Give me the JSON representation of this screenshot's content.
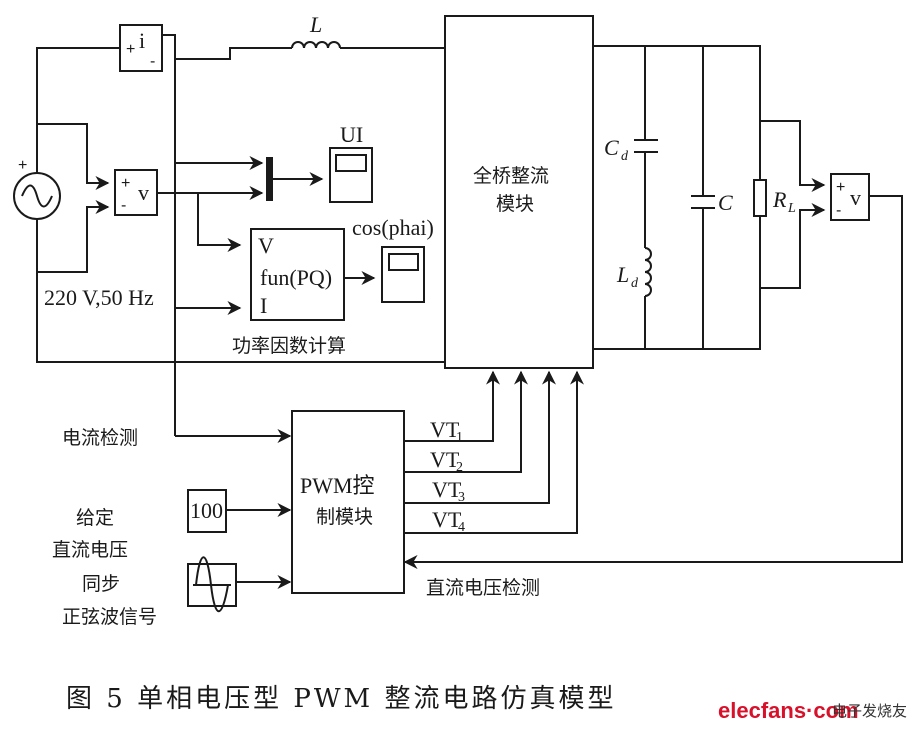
{
  "diagram": {
    "source": {
      "label": "220 V,50 Hz",
      "plus": "+"
    },
    "current_meter": {
      "symbol": "i",
      "plus": "+",
      "minus": "-"
    },
    "voltage_meter_ac": {
      "symbol": "v",
      "plus": "+",
      "minus": "-"
    },
    "voltage_meter_dc": {
      "symbol": "v",
      "plus": "+",
      "minus": "-"
    },
    "inductor_L": {
      "label": "L"
    },
    "scope_ui": {
      "label": "UI"
    },
    "scope_cos": {
      "label": "cos(phai)"
    },
    "pf_block": {
      "port_v": "V",
      "func": "fun(PQ)",
      "port_i": "I",
      "caption": "功率因数计算"
    },
    "bridge": {
      "line1": "全桥整流",
      "line2": "模块"
    },
    "cd": {
      "label": "C",
      "sub": "d"
    },
    "ld": {
      "label": "L",
      "sub": "d"
    },
    "c": {
      "label": "C"
    },
    "rl": {
      "label": "R",
      "sub": "L"
    },
    "pwm": {
      "line1": "PWM控",
      "line2": "制模块"
    },
    "gates": [
      {
        "label": "VT",
        "sub": "1"
      },
      {
        "label": "VT",
        "sub": "2"
      },
      {
        "label": "VT",
        "sub": "3"
      },
      {
        "label": "VT",
        "sub": "4"
      }
    ],
    "current_detect": "电流检测",
    "const_block": {
      "value": "100"
    },
    "setpoint_label": {
      "line1": "给定",
      "line2": "直流电压"
    },
    "sync_label": {
      "line1": "同步",
      "line2": "正弦波信号"
    },
    "dc_detect": "直流电压检测"
  },
  "caption": "图 5   单相电压型 PWM 整流电路仿真模型",
  "watermark": {
    "site": "elecfans·com",
    "text": "电子发烧友"
  }
}
